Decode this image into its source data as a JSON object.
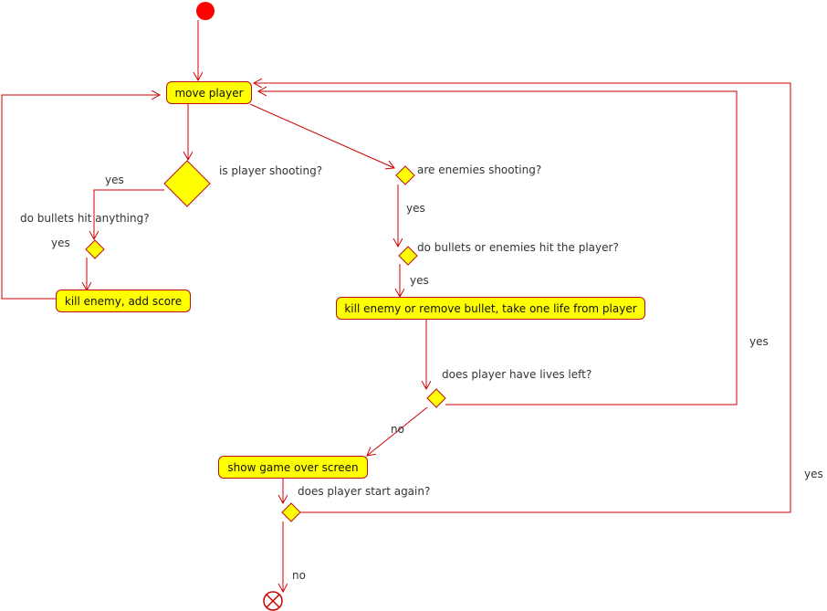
{
  "actions": {
    "move_player": "move player",
    "kill_enemy_add_score": "kill enemy, add score",
    "kill_enemy_remove_bullet": "kill enemy or remove bullet, take one life from player",
    "show_game_over": "show game over screen"
  },
  "decisions": {
    "is_player_shooting": "is player shooting?",
    "are_enemies_shooting": "are enemies shooting?",
    "bullets_hit_anything": "do bullets hit anything?",
    "bullets_hit_player": "do bullets or enemies hit the player?",
    "player_lives_left": "does player have lives left?",
    "player_start_again": "does player start again?"
  },
  "guards": {
    "yes_shooting": "yes",
    "yes_hit_anything": "yes",
    "yes_enemies_shooting": "yes",
    "yes_hit_player": "yes",
    "yes_lives_left": "yes",
    "no_lives_left": "no",
    "yes_start_again": "yes",
    "no_start_again": "no"
  },
  "colors": {
    "line": "#cc0000",
    "fill": "#ffff00",
    "border": "#b8101a",
    "initial_node": "#ff0000"
  }
}
